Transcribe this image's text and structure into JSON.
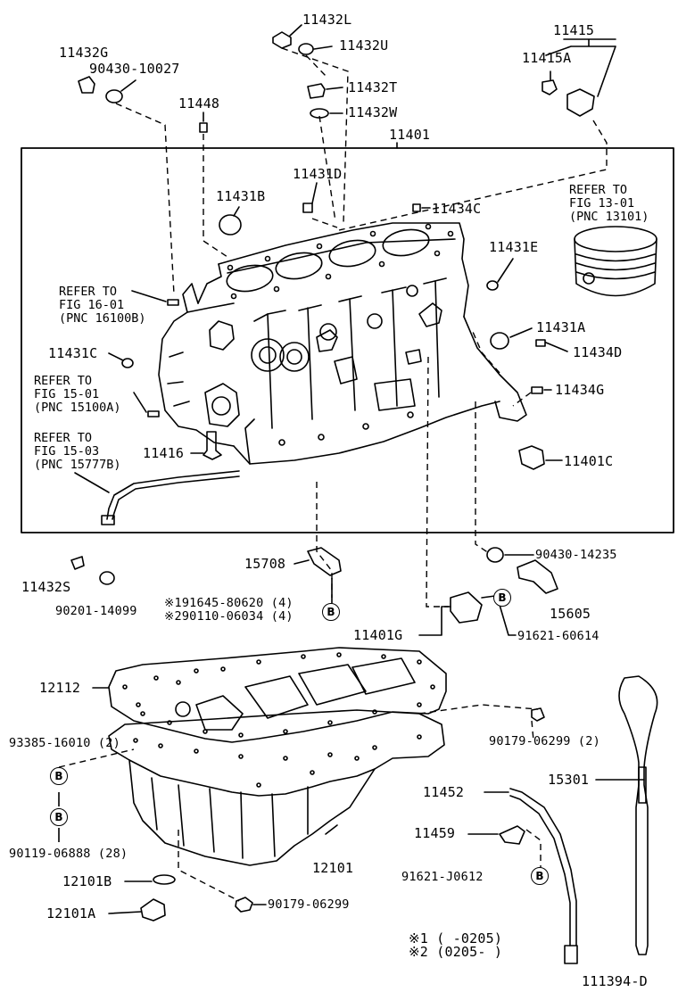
{
  "labels": {
    "p11432L": "11432L",
    "p11432U": "11432U",
    "p11415": "11415",
    "p11415A": "11415A",
    "p11432G": "11432G",
    "p90430_10027": "90430-10027",
    "p11448": "11448",
    "p11432T": "11432T",
    "p11432W": "11432W",
    "p11401": "11401",
    "p11431D": "11431D",
    "p11431B": "11431B",
    "p11434C": "11434C",
    "p11431E": "11431E",
    "p11431A": "11431A",
    "p11434D": "11434D",
    "p11434G": "11434G",
    "p11431C": "11431C",
    "p11416": "11416",
    "p11401C": "11401C",
    "p11432S": "11432S",
    "p90201_14099": "90201-14099",
    "p15708": "15708",
    "p191645": "※191645-80620 (4)",
    "p290110": "※290110-06034 (4)",
    "p90430_14235": "90430-14235",
    "p15605": "15605",
    "p11401G": "11401G",
    "p91621_60614": "91621-60614",
    "p12112": "12112",
    "p93385": "93385-16010 (2)",
    "p90179_2": "90179-06299 (2)",
    "p90119": "90119-06888 (28)",
    "p11452": "11452",
    "p15301": "15301",
    "p11459": "11459",
    "p12101": "12101",
    "p91621_J0612": "91621-J0612",
    "p12101B": "12101B",
    "p12101A": "12101A",
    "p90179": "90179-06299",
    "note1": "※1 (      -0205)",
    "note2": "※2 (0205-      )",
    "figcode": "111394-D"
  },
  "refs": {
    "piston": "REFER TO\nFIG 13-01\n(PNC 13101)",
    "fig16": "REFER TO\nFIG 16-01\n(PNC 16100B)",
    "fig15_01": "REFER TO\nFIG 15-01\n(PNC 15100A)",
    "fig15_03": "REFER TO\nFIG 15-03\n(PNC 15777B)"
  },
  "callout_letter": "B"
}
